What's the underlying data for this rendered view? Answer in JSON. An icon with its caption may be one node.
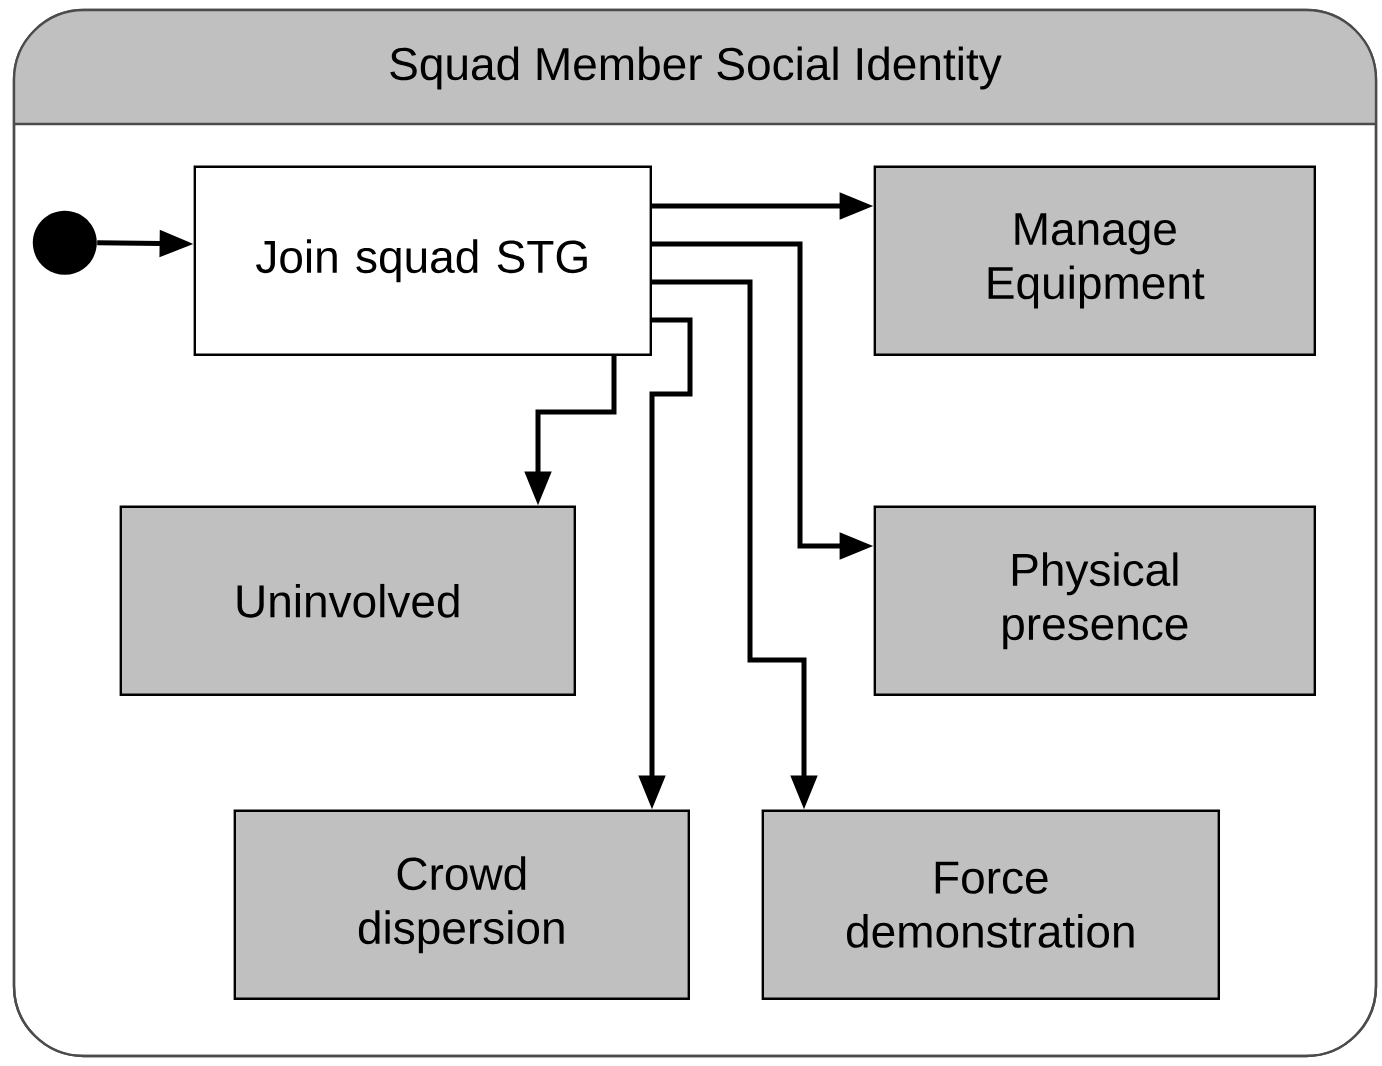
{
  "diagram": {
    "nodes": [
      {
        "text": [
          "Squad Member Social Identity"
        ]
      },
      {
        "text": [],
        "shape": "circle",
        "in": 0
      },
      {
        "text": [
          "Join squad STG"
        ],
        "in": 0
      },
      {
        "text": [
          "Manage Equipment"
        ],
        "in": 0
      },
      {
        "text": [
          "Uninvolved"
        ],
        "in": 0
      },
      {
        "text": [
          "Physical presence"
        ],
        "in": 0
      },
      {
        "text": [
          "Crowd dispersion"
        ],
        "in": 0
      },
      {
        "text": [
          "Force demonstration"
        ],
        "in": 0
      }
    ],
    "edges": [
      {
        "from": 1,
        "to": 2,
        "arrow": "to"
      },
      {
        "from": 2,
        "to": 3,
        "arrow": "to"
      },
      {
        "from": 2,
        "to": 5,
        "arrow": "to"
      },
      {
        "from": 2,
        "to": 7,
        "arrow": "to"
      },
      {
        "from": 2,
        "to": 6,
        "arrow": "to"
      },
      {
        "from": 2,
        "to": 4,
        "arrow": "to"
      }
    ]
  }
}
